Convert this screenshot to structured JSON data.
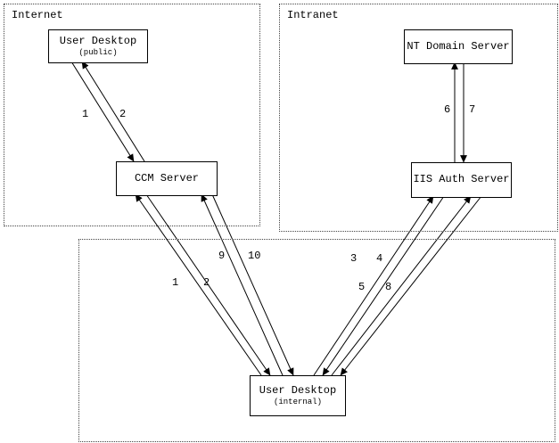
{
  "regions": {
    "internet": {
      "label": "Internet"
    },
    "intranet": {
      "label": "Intranet"
    }
  },
  "nodes": {
    "user_desktop_public": {
      "title": "User Desktop",
      "subtitle": "(public)"
    },
    "ccm_server": {
      "title": "CCM Server"
    },
    "nt_domain_server": {
      "title": "NT Domain Server"
    },
    "iis_auth_server": {
      "title": "IIS Auth Server"
    },
    "user_desktop_internal": {
      "title": "User Desktop",
      "subtitle": "(internal)"
    }
  },
  "edges": {
    "public_desktop_ccm": {
      "request": "1",
      "response": "2"
    },
    "iis_nt_domain": {
      "request": "6",
      "response": "7"
    },
    "internal_desktop_ccm": {
      "request": "1",
      "response": "2"
    },
    "ccm_internal_desktop": {
      "request": "9",
      "response": "10"
    },
    "internal_desktop_iis_a": {
      "request": "3",
      "response": "4"
    },
    "internal_desktop_iis_b": {
      "request": "5",
      "response": "8"
    }
  },
  "colors": {
    "line": "#000000",
    "background": "#ffffff"
  }
}
